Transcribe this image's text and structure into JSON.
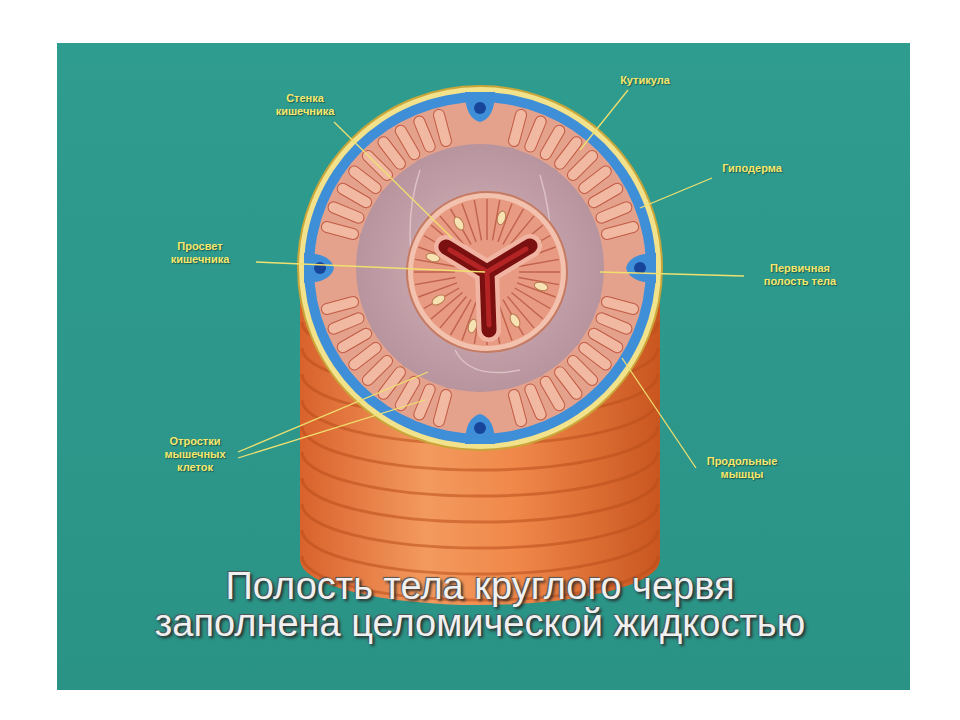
{
  "diagram": {
    "caption": "Полость тела круглого червя заполнена целомической жидкостью",
    "labels": [
      "Стенка кишечника",
      "Кутикула",
      "Гиподерма",
      "Просвет кишечника",
      "Первичная полость тела",
      "Отростки мышечных клеток",
      "Продольные мышцы"
    ]
  }
}
